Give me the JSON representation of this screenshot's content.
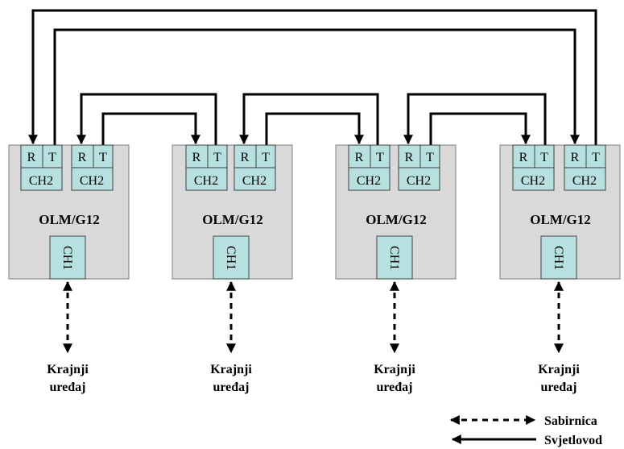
{
  "modules": [
    {
      "name": "OLM/G12",
      "ports": [
        {
          "r": "R",
          "t": "T",
          "label": "CH2"
        },
        {
          "r": "R",
          "t": "T",
          "label": "CH2"
        }
      ],
      "ch1": "CH1",
      "device": {
        "line1": "Krajnji",
        "line2": "uređaj"
      }
    },
    {
      "name": "OLM/G12",
      "ports": [
        {
          "r": "R",
          "t": "T",
          "label": "CH2"
        },
        {
          "r": "R",
          "t": "T",
          "label": "CH2"
        }
      ],
      "ch1": "CH1",
      "device": {
        "line1": "Krajnji",
        "line2": "uređaj"
      }
    },
    {
      "name": "OLM/G12",
      "ports": [
        {
          "r": "R",
          "t": "T",
          "label": "CH2"
        },
        {
          "r": "R",
          "t": "T",
          "label": "CH2"
        }
      ],
      "ch1": "CH1",
      "device": {
        "line1": "Krajnji",
        "line2": "uređaj"
      }
    },
    {
      "name": "OLM/G12",
      "ports": [
        {
          "r": "R",
          "t": "T",
          "label": "CH2"
        },
        {
          "r": "R",
          "t": "T",
          "label": "CH2"
        }
      ],
      "ch1": "CH1",
      "device": {
        "line1": "Krajnji",
        "line2": "uređaj"
      }
    }
  ],
  "legend": {
    "bus": "Sabirnica",
    "fiber": "Svjetlovod"
  }
}
